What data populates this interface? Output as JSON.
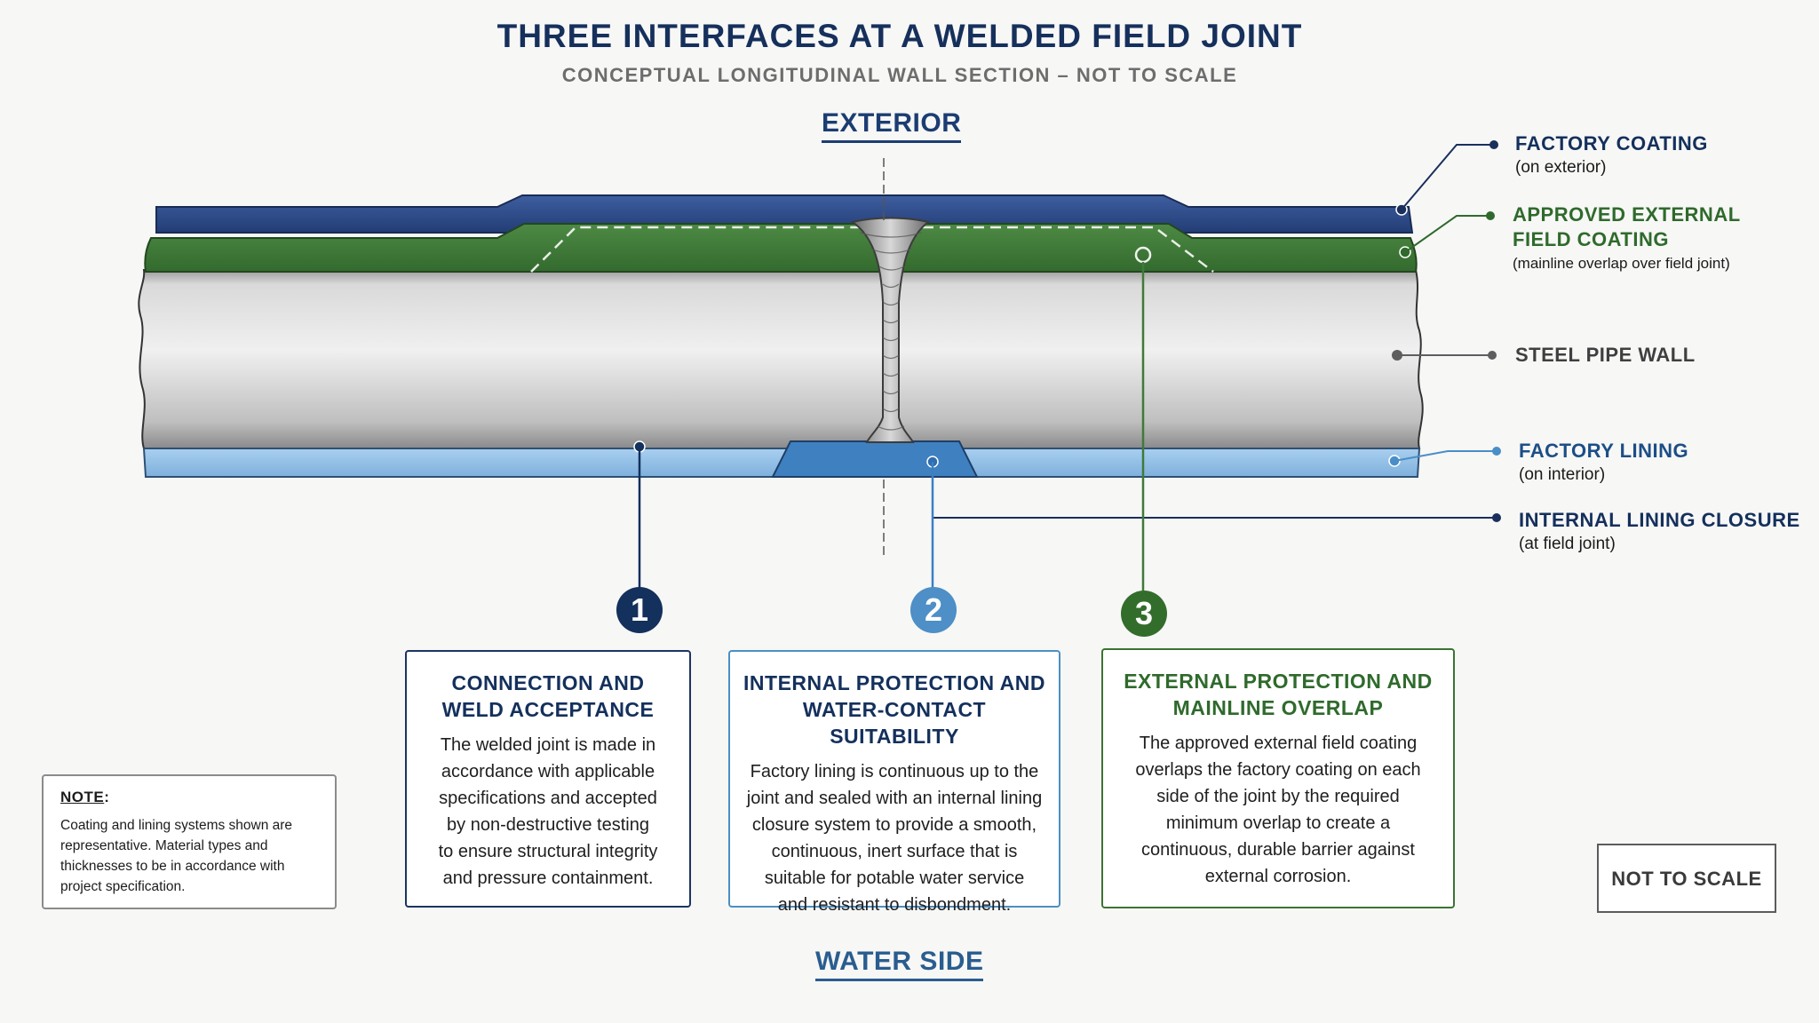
{
  "title": "THREE INTERFACES AT A WELDED FIELD JOINT",
  "subtitle": "CONCEPTUAL LONGITUDINAL WALL SECTION – NOT TO SCALE",
  "exterior_label": "EXTERIOR",
  "water_side_label": "WATER SIDE",
  "colors": {
    "factory_coating": "#2f4f8f",
    "external_field_coating": "#3f7a3a",
    "steel_pipe_wall": "#c9c9c9",
    "factory_lining": "#8fbde3",
    "internal_lining_closure": "#3d7fbf"
  },
  "callouts": {
    "factory_coating": {
      "title": "FACTORY COATING",
      "sub": "(on exterior)"
    },
    "field_coating": {
      "title_line1": "APPROVED EXTERNAL",
      "title_line2": "FIELD COATING",
      "sub": "(mainline overlap over field joint)"
    },
    "steel_wall": {
      "title": "STEEL PIPE WALL"
    },
    "factory_lining": {
      "title": "FACTORY LINING",
      "sub": "(on interior)"
    },
    "lining_closure": {
      "title": "INTERNAL LINING CLOSURE",
      "sub": "(at field joint)"
    }
  },
  "cards": [
    {
      "number": "1",
      "title_line1": "CONNECTION AND",
      "title_line2": "WELD ACCEPTANCE",
      "lines": [
        "The welded joint is made in",
        "accordance with applicable",
        "specifications and accepted",
        "by non-destructive testing",
        "to ensure structural integrity",
        "and pressure containment."
      ]
    },
    {
      "number": "2",
      "title_line1": "INTERNAL PROTECTION AND",
      "title_line2": "WATER-CONTACT SUITABILITY",
      "lines": [
        "Factory lining is continuous up to the",
        "joint and sealed with an internal lining",
        "closure system to provide a smooth,",
        "continuous, inert surface that is",
        "suitable for potable water service",
        "and resistant to disbondment."
      ]
    },
    {
      "number": "3",
      "title_line1": "EXTERNAL PROTECTION AND",
      "title_line2": "MAINLINE OVERLAP",
      "lines": [
        "The approved external field coating",
        "overlaps the factory coating on each",
        "side of the joint by the required",
        "minimum overlap to create a",
        "continuous, durable barrier against",
        "external corrosion."
      ]
    }
  ],
  "note": {
    "heading": "NOTE",
    "colon": ":",
    "lines": [
      "Coating and lining systems shown are",
      "representative. Material types and",
      "thicknesses to be in accordance with",
      "project specification."
    ]
  },
  "not_to_scale": "NOT TO SCALE"
}
